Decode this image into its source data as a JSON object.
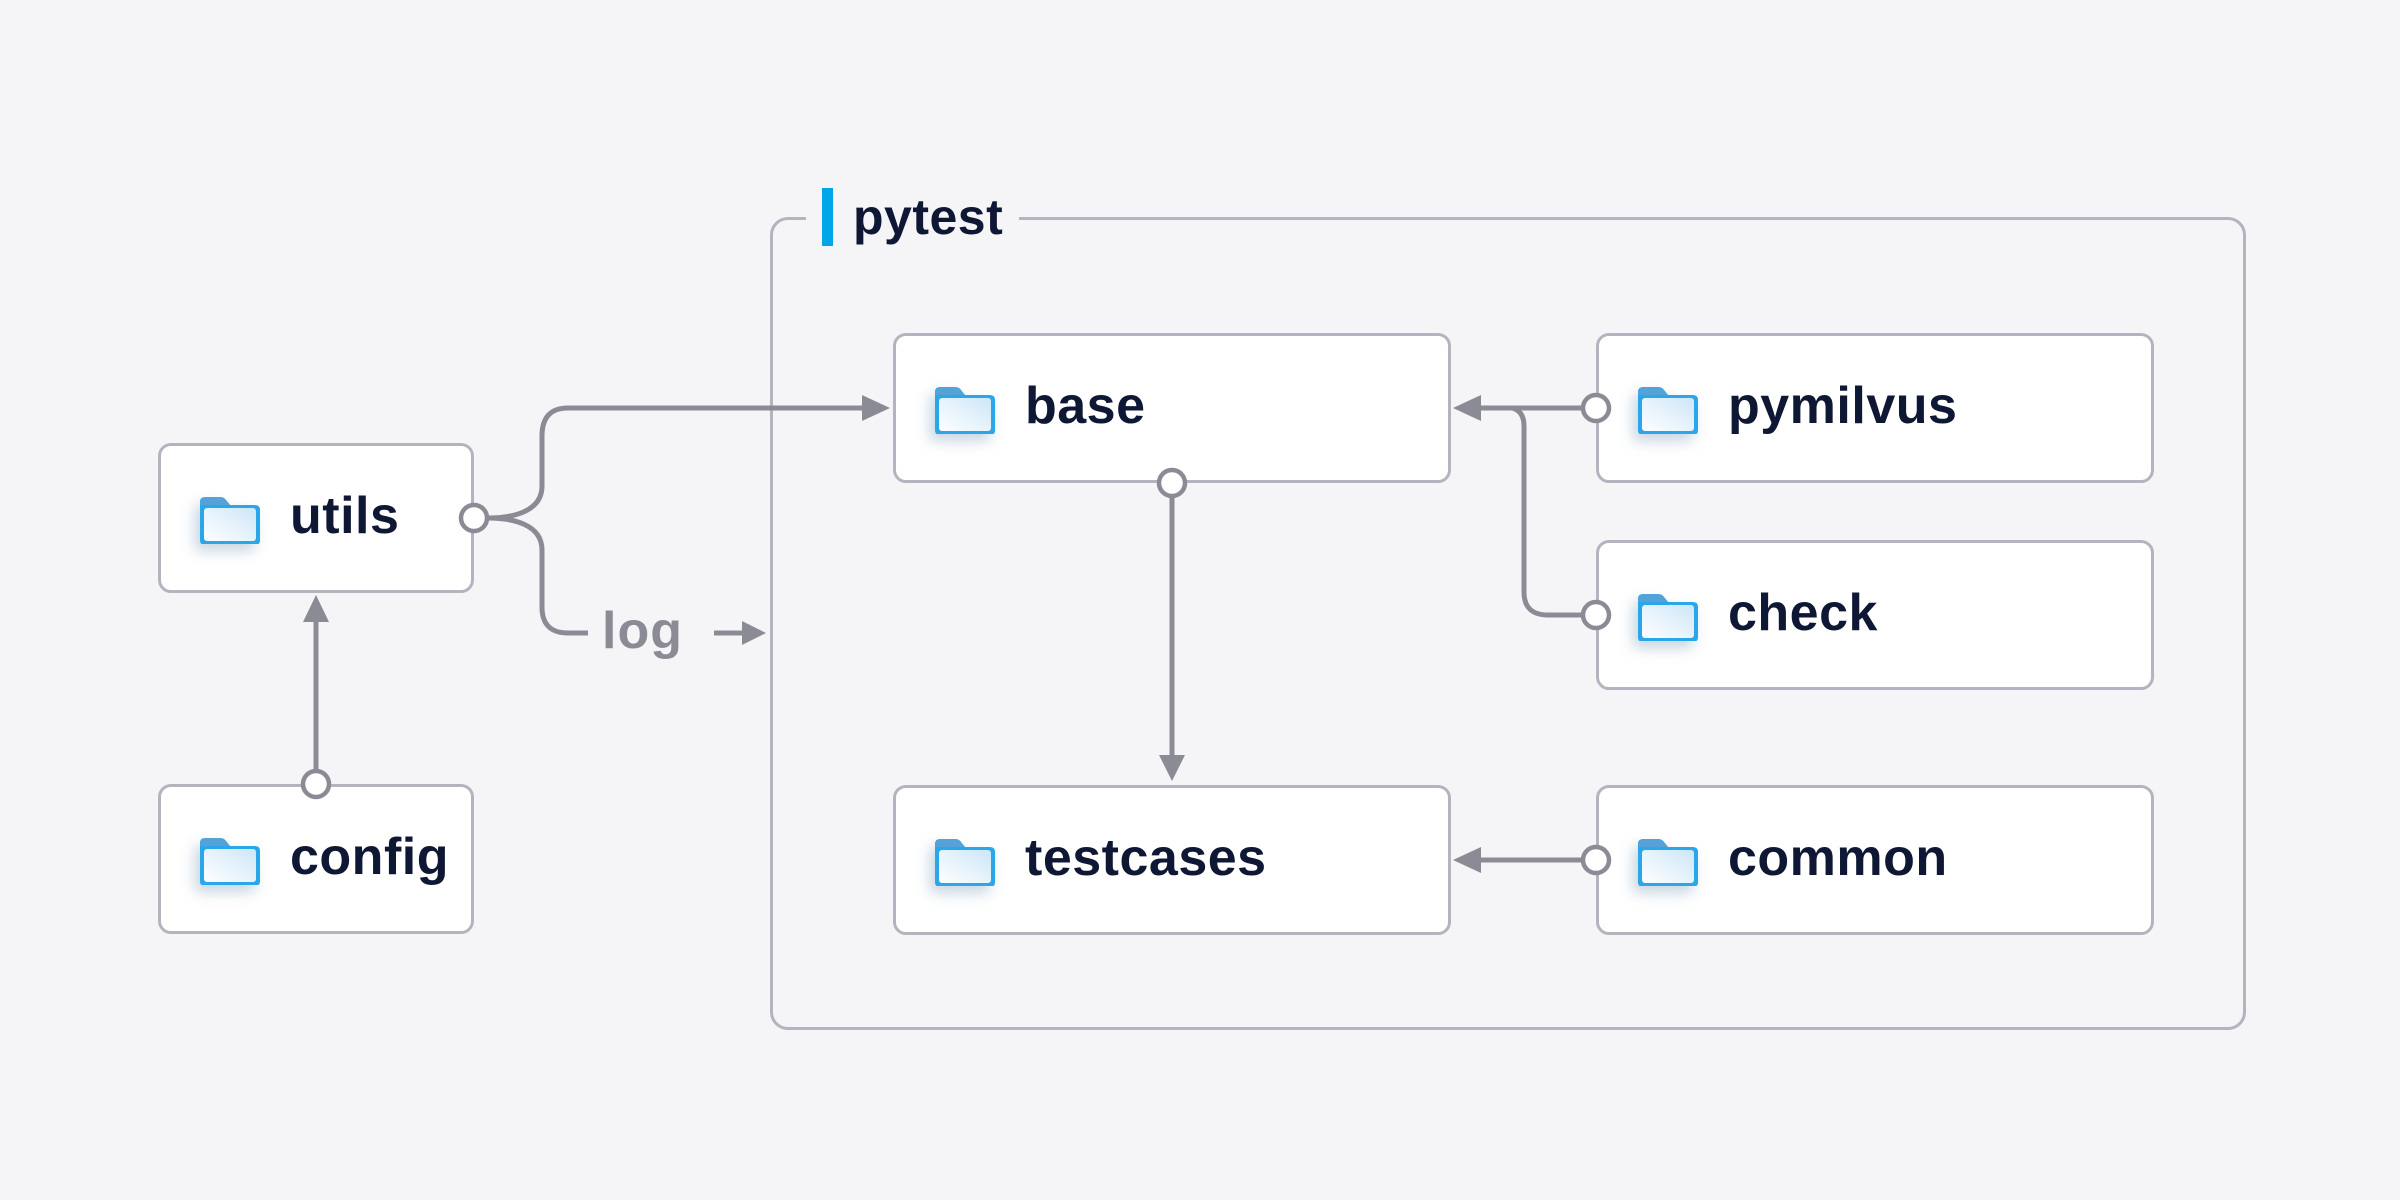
{
  "page": {
    "background": "#f5f5f7"
  },
  "diagram": {
    "container": {
      "label": "pytest",
      "accent_color": "#00a6e8"
    },
    "nodes": [
      {
        "id": "utils",
        "label": "utils",
        "icon": "folder-icon"
      },
      {
        "id": "config",
        "label": "config",
        "icon": "folder-icon"
      },
      {
        "id": "base",
        "label": "base",
        "icon": "folder-icon"
      },
      {
        "id": "pymilvus",
        "label": "pymilvus",
        "icon": "folder-icon"
      },
      {
        "id": "check",
        "label": "check",
        "icon": "folder-icon"
      },
      {
        "id": "testcases",
        "label": "testcases",
        "icon": "folder-icon"
      },
      {
        "id": "common",
        "label": "common",
        "icon": "folder-icon"
      }
    ],
    "edge_label": "log",
    "edges": [
      {
        "from": "config",
        "to": "utils"
      },
      {
        "from": "utils",
        "to": "base"
      },
      {
        "from": "utils",
        "to": "log",
        "note": "branch exits toward pytest container"
      },
      {
        "from": "pymilvus",
        "to": "base"
      },
      {
        "from": "check",
        "to": "base"
      },
      {
        "from": "base",
        "to": "testcases"
      },
      {
        "from": "common",
        "to": "testcases"
      }
    ],
    "colors": {
      "node_text": "#0e1733",
      "wire_gray": "#8b8b96",
      "border_gray": "#b4b4c0",
      "folder_blue": "#2aa7e8"
    }
  }
}
